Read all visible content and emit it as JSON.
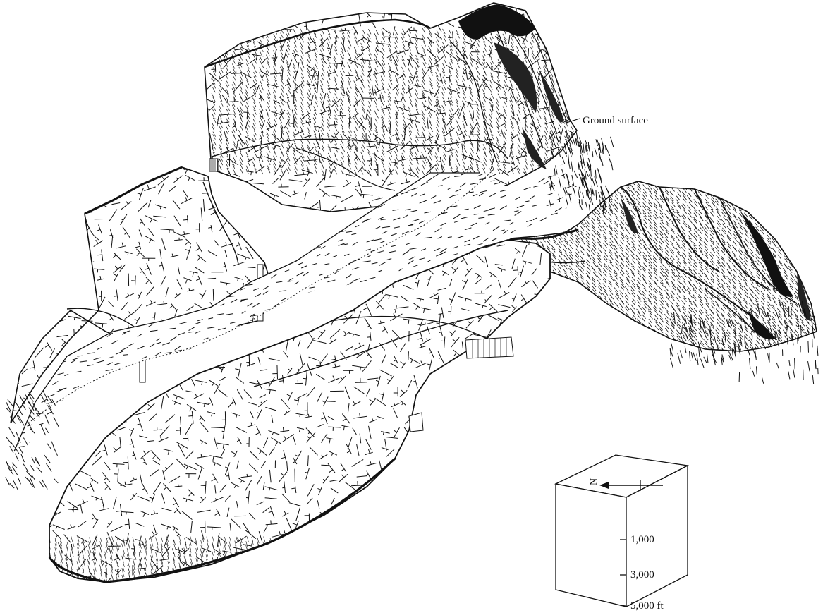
{
  "annotations": {
    "ground_surface": "Ground surface"
  },
  "scale_block": {
    "north_letter": "N",
    "depth_ticks": [
      "1,000",
      "3,000",
      "5,000 ft"
    ]
  },
  "colors": {
    "ink": "#111111",
    "paper": "#ffffff"
  }
}
